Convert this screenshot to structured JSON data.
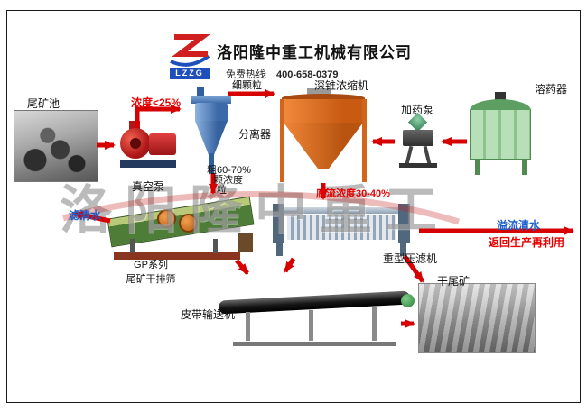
{
  "colors": {
    "arrow_red": "#d60000",
    "text_red": "#e60000",
    "text_blue": "#1b5ecc",
    "thickener_orange": "#e8731f",
    "watermark_gray": "#787878"
  },
  "header": {
    "logo_text": "LZZG",
    "company_name": "洛阳隆中重工机械有限公司",
    "hotline_label": "免费热线",
    "hotline_number": "400-658-0379"
  },
  "watermark": "洛阳隆中重工",
  "nodes": {
    "tailings_pond": "尾矿池",
    "vacuum_pump": "真空泵",
    "separator": "分离器",
    "deep_cone_thickener": "深锥浓缩机",
    "dosing_pump": "加药泵",
    "drug_dissolver": "溶药器",
    "gp_screen_line1": "GP系列",
    "gp_screen_line2": "尾矿干排筛",
    "filter_press": "重型压滤机",
    "belt_conveyor": "皮带输送机",
    "dry_tailings": "干尾矿"
  },
  "flow_labels": {
    "concentration_lt_25": "浓度<25%",
    "fine_particles": "细颗粒",
    "coarse_line1": "粗60-70%",
    "coarse_line2": "颗浓度",
    "coarse_line3": "粒",
    "underflow_concentration": "底流浓度30-40%",
    "filtered_water": "滤清水",
    "overflow_water": "溢流清水",
    "reuse": "返回生产再利用"
  },
  "connections": [
    {
      "from": "tailings_pond",
      "to": "vacuum_pump"
    },
    {
      "from": "vacuum_pump",
      "to": "separator",
      "label": "浓度<25%"
    },
    {
      "from": "separator",
      "to": "deep_cone_thickener",
      "label": "细颗粒"
    },
    {
      "from": "separator",
      "to": "gp_screen",
      "label": "粗颗粒浓度60-70%"
    },
    {
      "from": "drug_dissolver",
      "to": "dosing_pump"
    },
    {
      "from": "dosing_pump",
      "to": "deep_cone_thickener"
    },
    {
      "from": "deep_cone_thickener",
      "to": "filter_press",
      "label": "底流浓度30-40%"
    },
    {
      "from": "filter_press",
      "to": "right_edge",
      "label": "溢流清水 返回生产再利用"
    },
    {
      "from": "gp_screen",
      "to": "belt_conveyor"
    },
    {
      "from": "gp_screen",
      "to": "tailings_pond",
      "label": "滤清水"
    },
    {
      "from": "filter_press",
      "to": "belt_conveyor"
    },
    {
      "from": "filter_press",
      "to": "dry_tailings"
    },
    {
      "from": "belt_conveyor",
      "to": "dry_tailings"
    }
  ]
}
